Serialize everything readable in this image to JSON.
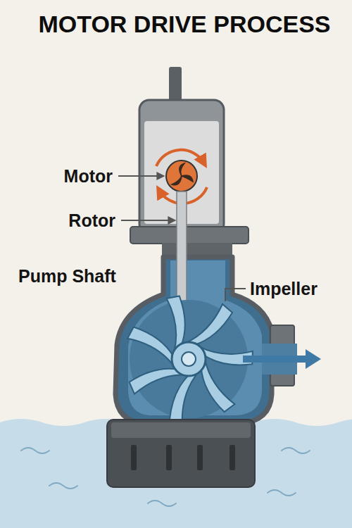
{
  "diagram": {
    "title": "MOTOR DRIVE PROCESS",
    "labels": [
      "Motor",
      "Rotor",
      "Pump Shaft",
      "Impeller"
    ]
  }
}
